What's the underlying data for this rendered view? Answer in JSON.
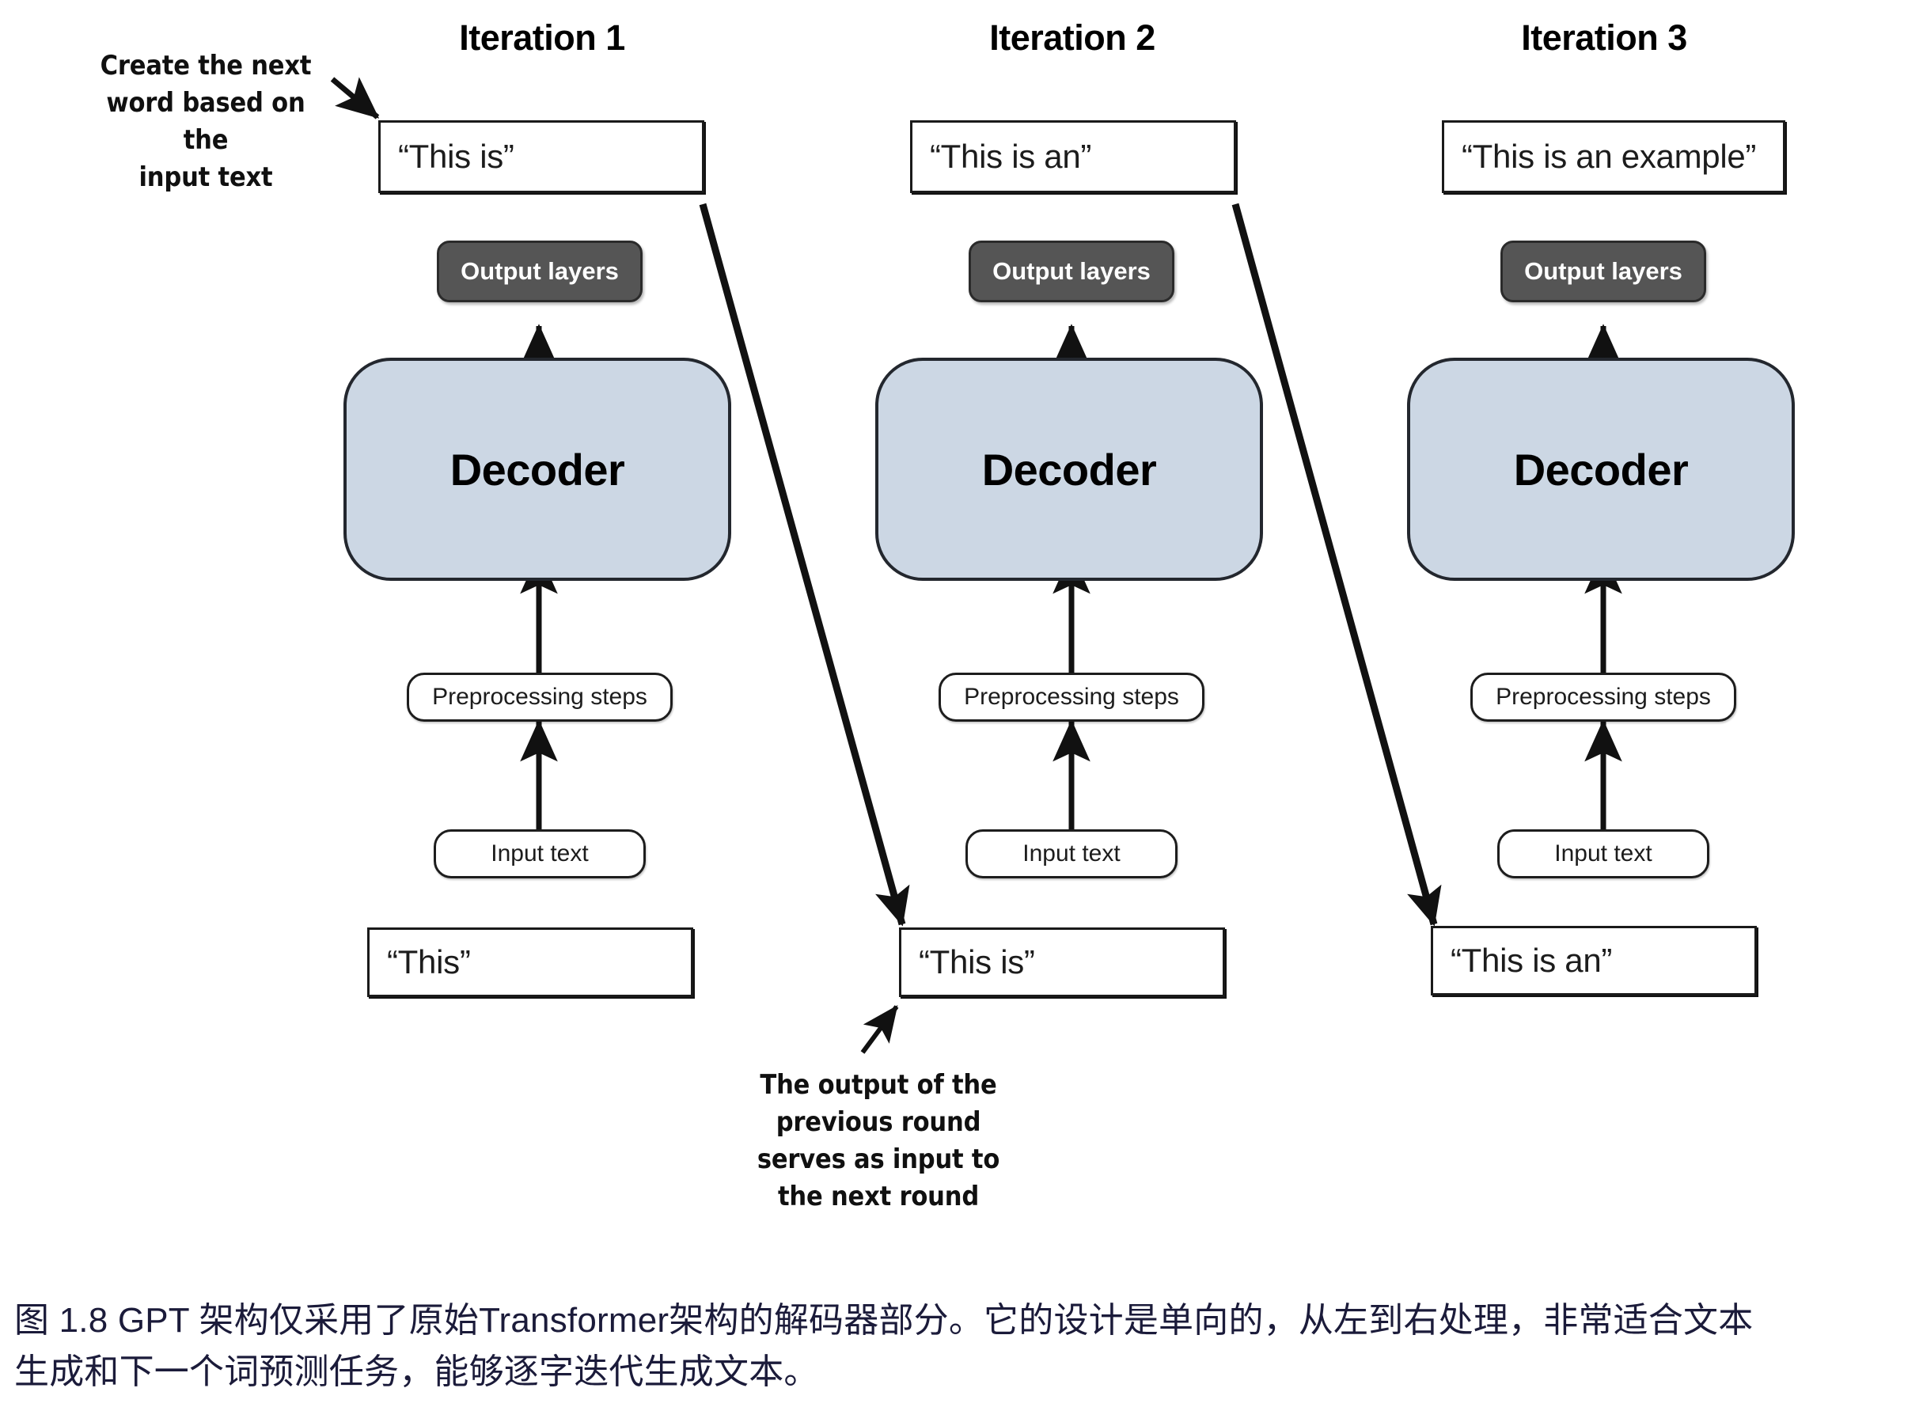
{
  "figure": {
    "caption_line_1": "图 1.8  GPT 架构仅采用了原始Transformer架构的解码器部分。它的设计是单向的，从左到右处理，非常适合文本",
    "caption_line_2": "生成和下一个词预测任务，能够逐字迭代生成文本。",
    "caption_color": "#1b1b3a"
  },
  "annotations": {
    "create_next_word": "Create the next\nword based on the\ninput text",
    "output_previous_round": "The output of the\nprevious round\nserves as input to\nthe next round"
  },
  "colors": {
    "decoder_fill": "#ccd7e4",
    "decoder_stroke": "#23272e",
    "output_layers_fill": "#555555",
    "output_layers_text": "#ffffff",
    "box_stroke": "#1a1a1a",
    "arrow": "#111111"
  },
  "iterations": [
    {
      "title": "Iteration 1",
      "output_text": "“This is”",
      "output_layers_label": "Output layers",
      "decoder_label": "Decoder",
      "preprocessing_label": "Preprocessing steps",
      "input_text_label": "Input text",
      "input_text_value": "“This”"
    },
    {
      "title": "Iteration 2",
      "output_text": "“This is an”",
      "output_layers_label": "Output layers",
      "decoder_label": "Decoder",
      "preprocessing_label": "Preprocessing steps",
      "input_text_label": "Input text",
      "input_text_value": "“This is”"
    },
    {
      "title": "Iteration 3",
      "output_text": "“This is an example”",
      "output_layers_label": "Output layers",
      "decoder_label": "Decoder",
      "preprocessing_label": "Preprocessing steps",
      "input_text_label": "Input text",
      "input_text_value": "“This is an”"
    }
  ]
}
